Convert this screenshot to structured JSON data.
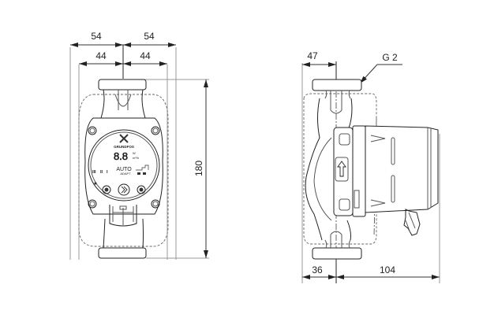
{
  "drawing": {
    "title": "Circulator pump dimensional drawing",
    "front_view": {
      "dimensions": {
        "half_width_outer_left": "54",
        "half_width_outer_right": "54",
        "half_width_inner_left": "44",
        "half_width_inner_right": "44",
        "height": "180"
      },
      "control_panel": {
        "brand_text": "GRUNDFOS",
        "display_value": "8.8",
        "unit_power": "W",
        "unit_energy": "m³/h",
        "mode_label": "AUTO",
        "mode_sub_label": "ADAPT",
        "speed_indicators": [
          "III",
          "II",
          "I"
        ]
      }
    },
    "side_view": {
      "dimensions": {
        "top_offset": "47",
        "bottom_left": "36",
        "bottom_right": "104"
      },
      "thread_label": "G 2"
    }
  }
}
